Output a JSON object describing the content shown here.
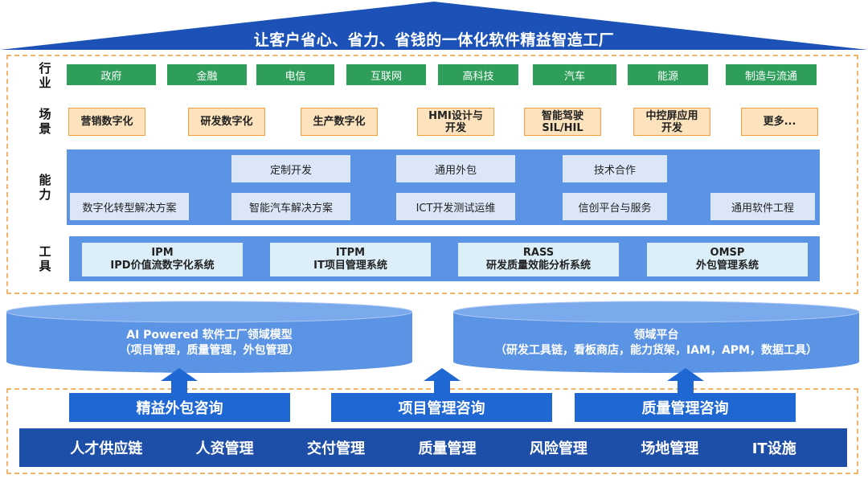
{
  "header": {
    "title": "让客户省心、省力、省钱的一体化软件精益智造工厂"
  },
  "rows": {
    "industry_label": "行业",
    "scene_label": "场景",
    "ability_label": "能力",
    "tool_label": "工具"
  },
  "industries": [
    "政府",
    "金融",
    "电信",
    "互联网",
    "高科技",
    "汽车",
    "能源",
    "制造与流通"
  ],
  "scenes": [
    {
      "l1": "营销数字化",
      "l2": ""
    },
    {
      "l1": "研发数字化",
      "l2": ""
    },
    {
      "l1": "生产数字化",
      "l2": ""
    },
    {
      "l1": "HMI设计与",
      "l2": "开发"
    },
    {
      "l1": "智能驾驶",
      "l2": "SIL/HIL"
    },
    {
      "l1": "中控屏应用",
      "l2": "开发"
    },
    {
      "l1": "更多...",
      "l2": ""
    }
  ],
  "abilities": {
    "top": [
      "定制开发",
      "通用外包",
      "技术合作"
    ],
    "bottom": [
      "数字化转型解决方案",
      "智能汽车解决方案",
      "ICT开发测试运维",
      "信创平台与服务",
      "通用软件工程"
    ]
  },
  "tools": [
    {
      "code": "IPM",
      "name": "IPD价值流数字化系统"
    },
    {
      "code": "ITPM",
      "name": "IT项目管理系统"
    },
    {
      "code": "RASS",
      "name": "研发质量效能分析系统"
    },
    {
      "code": "OMSP",
      "name": "外包管理系统"
    }
  ],
  "platforms": {
    "left": {
      "l1": "AI Powered 软件工厂领域模型",
      "l2": "（项目管理，质量管理，外包管理）"
    },
    "right": {
      "l1": "领域平台",
      "l2": "（研发工具链，看板商店，能力货架，IAM，APM，数据工具）"
    }
  },
  "consulting": [
    "精益外包咨询",
    "项目管理咨询",
    "质量管理咨询"
  ],
  "base": [
    "人才供应链",
    "人资管理",
    "交付管理",
    "质量管理",
    "风险管理",
    "场地管理",
    "IT设施"
  ],
  "colors": {
    "roof": "#1c52b8",
    "industry": "#2f9e5b",
    "scene_fill": "#fde3bd",
    "scene_border": "#f2a040",
    "band": "#5b93e5",
    "cylinder": "#5b93e5",
    "consult": "#1f67d3",
    "base": "#1e4fa8",
    "dashed": "#f2b46b"
  }
}
